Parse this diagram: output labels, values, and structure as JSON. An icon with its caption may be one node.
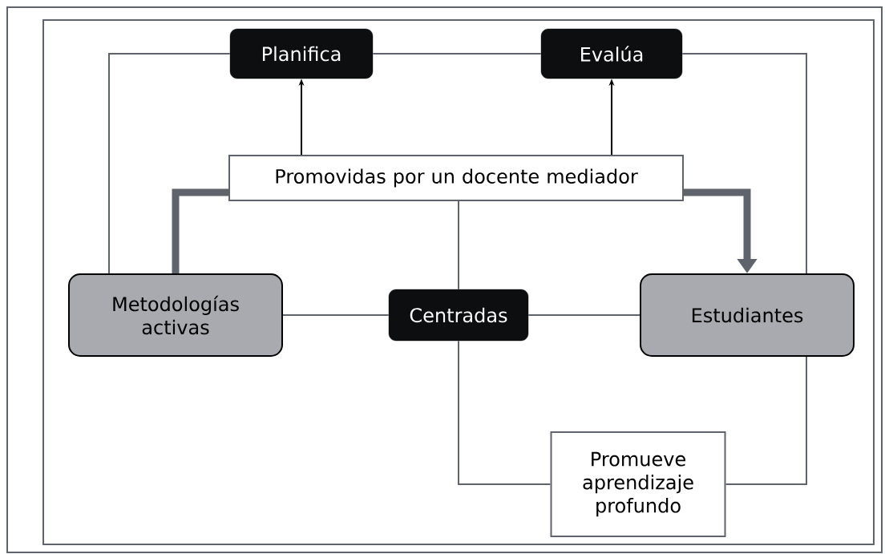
{
  "diagram": {
    "nodes": [
      {
        "text": [
          "Planifica"
        ]
      },
      {
        "text": [
          "Evalúa"
        ]
      },
      {
        "text": [
          "Promovidas por un docente mediador"
        ]
      },
      {
        "text": [
          "Metodologías activas"
        ]
      },
      {
        "text": [
          "Centradas"
        ]
      },
      {
        "text": [
          "Estudiantes"
        ]
      },
      {
        "text": [
          "Promueve aprendizaje profundo"
        ]
      }
    ],
    "edges": [
      {
        "from": 2,
        "to": 0,
        "arrow": "to",
        "color": "#000000"
      },
      {
        "from": 2,
        "to": 1,
        "arrow": "to",
        "color": "#000000"
      },
      {
        "from": 3,
        "to": 2,
        "arrow": "none",
        "style": "thick"
      },
      {
        "from": 2,
        "to": 5,
        "arrow": "to",
        "style": "thick"
      },
      {
        "from": 3,
        "to": 0,
        "arrow": "none"
      },
      {
        "from": 0,
        "to": 1,
        "arrow": "none"
      },
      {
        "from": 1,
        "to": 5,
        "arrow": "none"
      },
      {
        "from": 3,
        "to": 4,
        "arrow": "none"
      },
      {
        "from": 4,
        "to": 5,
        "arrow": "none"
      },
      {
        "from": 2,
        "to": 4,
        "arrow": "none"
      },
      {
        "from": 4,
        "to": 6,
        "arrow": "none"
      },
      {
        "from": 5,
        "to": 6,
        "arrow": "none"
      }
    ]
  }
}
